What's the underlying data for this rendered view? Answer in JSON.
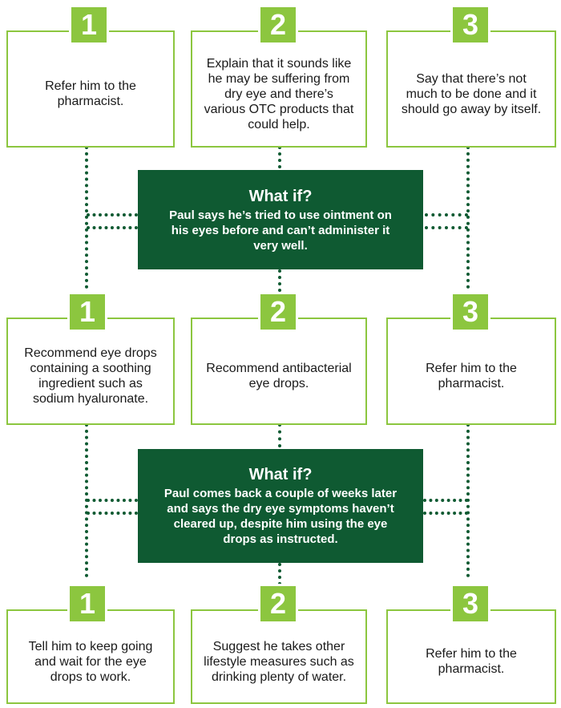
{
  "theme": {
    "green": "#8cc63f",
    "dark_green": "#0f5a32",
    "text": "#1a1a1a"
  },
  "rows": [
    {
      "options": [
        {
          "number": "1",
          "text": "Refer him to the pharmacist."
        },
        {
          "number": "2",
          "text": "Explain that it sounds like he may be suffering from dry eye and there’s various OTC products that could help."
        },
        {
          "number": "3",
          "text": "Say that there’s not much to be done and it should go away by itself."
        }
      ]
    },
    {
      "options": [
        {
          "number": "1",
          "text": "Recommend eye drops containing a soothing ingredient such as sodium hyaluronate."
        },
        {
          "number": "2",
          "text": "Recommend antibacterial eye drops."
        },
        {
          "number": "3",
          "text": "Refer him to the pharmacist."
        }
      ]
    },
    {
      "options": [
        {
          "number": "1",
          "text": "Tell him to keep going and wait for the eye drops to work."
        },
        {
          "number": "2",
          "text": "Suggest he takes other lifestyle measures such as drinking plenty of water."
        },
        {
          "number": "3",
          "text": "Refer him to the pharmacist."
        }
      ]
    }
  ],
  "what_ifs": [
    {
      "title": "What if?",
      "text": "Paul says he’s tried to use ointment on his eyes before and can’t administer it very well."
    },
    {
      "title": "What if?",
      "text": "Paul comes back a couple of weeks later and says the dry eye symptoms haven’t cleared up, despite him using the eye drops as instructed."
    }
  ]
}
